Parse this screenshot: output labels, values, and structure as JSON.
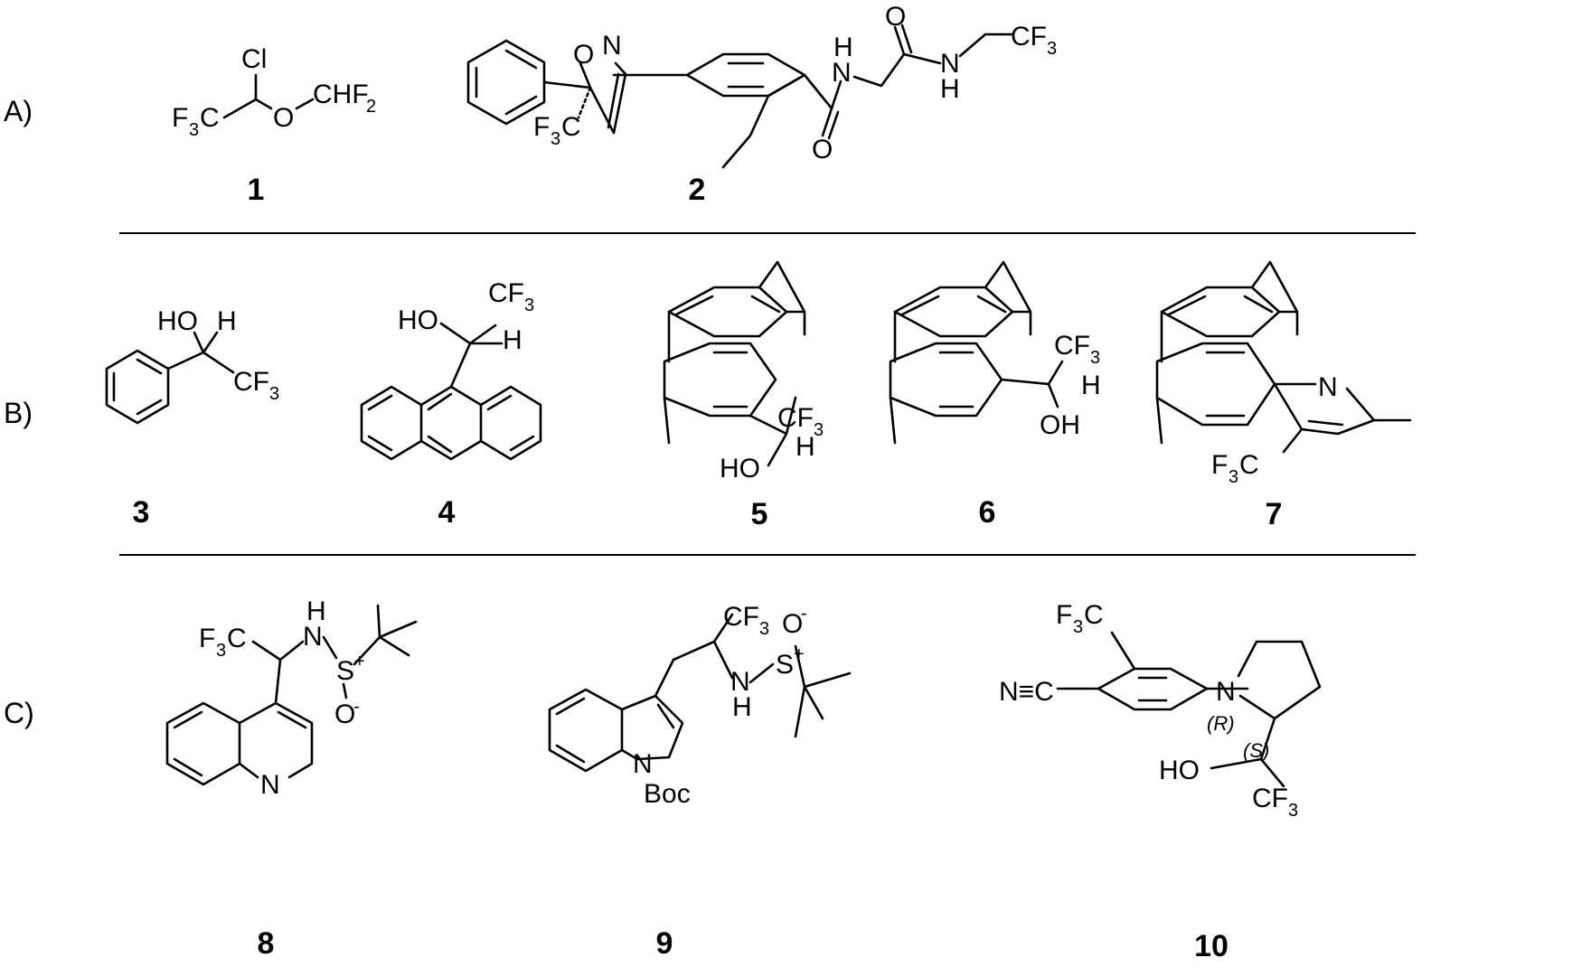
{
  "sections": {
    "a": "A)",
    "b": "B)",
    "c": "C)"
  },
  "compounds": {
    "c1": "1",
    "c2": "2",
    "c3": "3",
    "c4": "4",
    "c5": "5",
    "c6": "6",
    "c7": "7",
    "c8": "8",
    "c9": "9",
    "c10": "10"
  },
  "atoms": {
    "cl": "Cl",
    "o": "O",
    "n": "N",
    "h": "H",
    "ho": "HO",
    "oh": "OH",
    "cf": "CF",
    "f3": "F",
    "c": "C",
    "chf": "CHF",
    "s": "S",
    "plus": "+",
    "minus": "-",
    "boc": "Boc",
    "nc": "N≡C",
    "three": "3",
    "two": "2",
    "r": "(R)",
    "s_label": "(S)"
  }
}
